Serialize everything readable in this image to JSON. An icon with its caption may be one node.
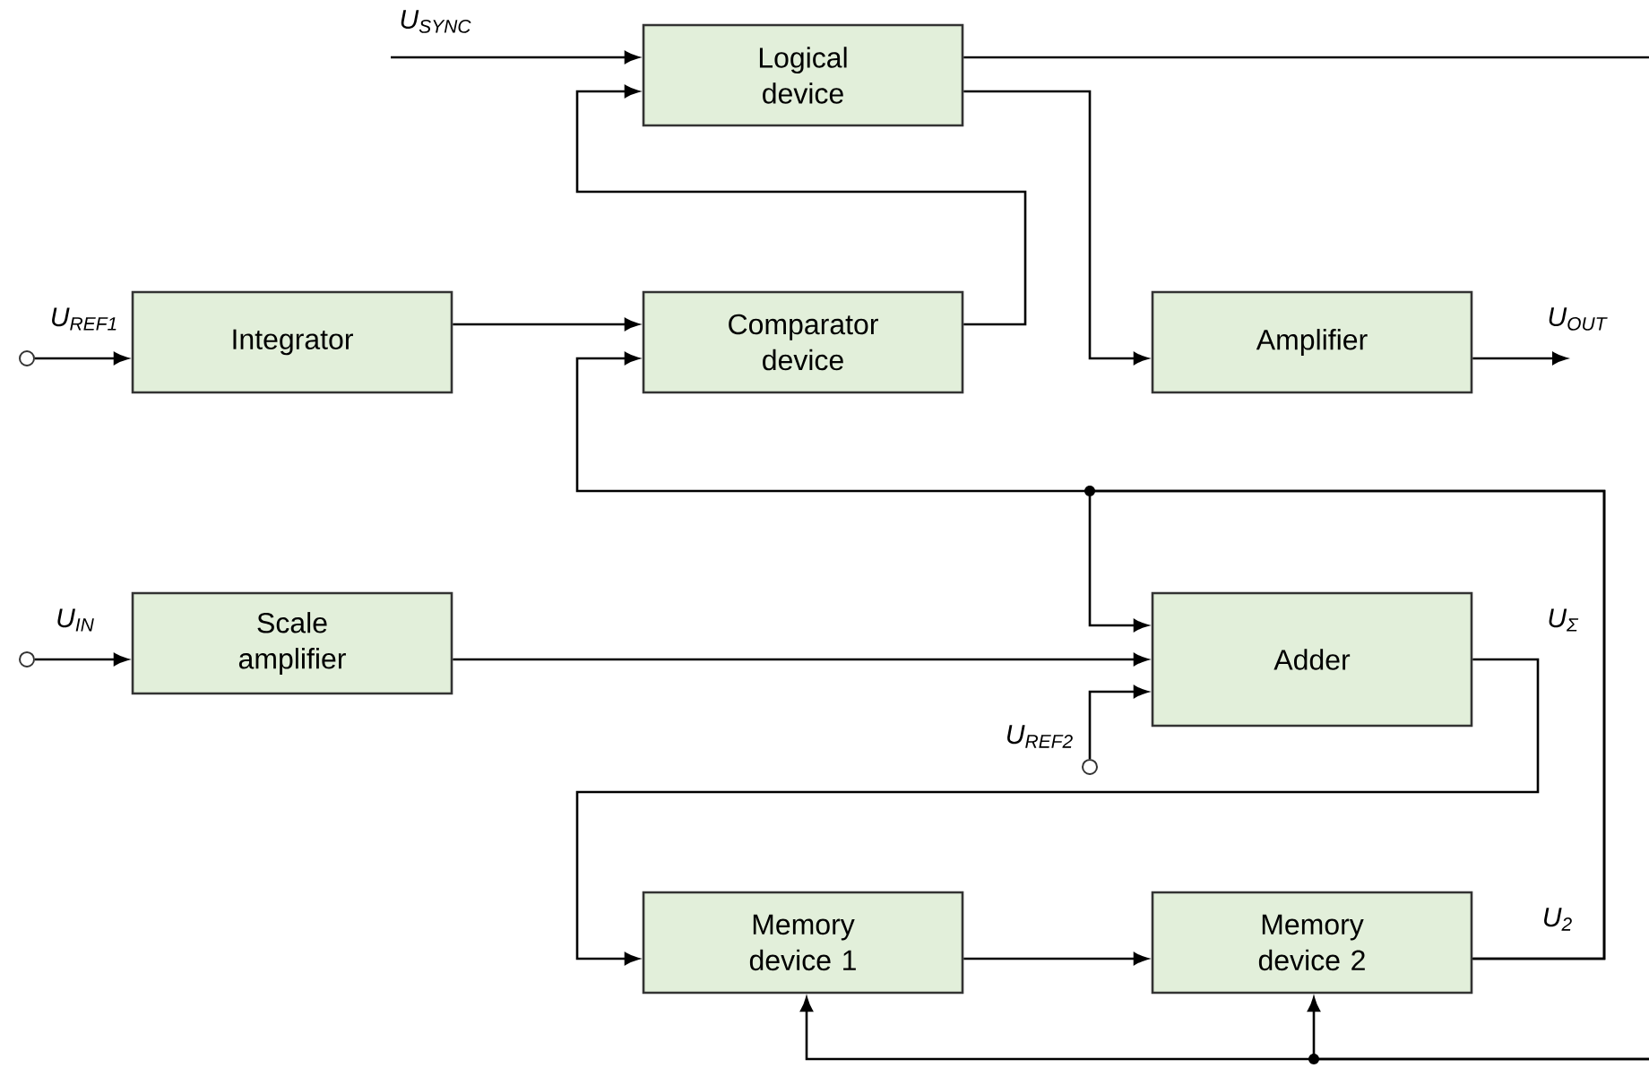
{
  "diagram": {
    "nodes": [
      {
        "text": [
          "Logical device"
        ]
      },
      {
        "text": [],
        "shape": "circle",
        "beside": [
          "U$_{REF1}$"
        ]
      },
      {
        "text": [
          "Integrator"
        ]
      },
      {
        "text": [
          "Comparator device"
        ]
      },
      {
        "text": [
          "Amplifier"
        ]
      },
      {
        "text": [],
        "shape": "circle",
        "beside": [
          "U$_{IN}$"
        ]
      },
      {
        "text": [
          "Scale amplifier"
        ]
      },
      {
        "text": [
          "Adder"
        ]
      },
      {
        "text": [],
        "shape": "circle",
        "beside": [
          "U$_{REF2}$"
        ]
      },
      {
        "text": [
          "Memory device 1"
        ]
      },
      {
        "text": [
          "Memory device 2"
        ]
      },
      {
        "text": [
          "U$_{OUT}$"
        ]
      }
    ],
    "edges": [
      {
        "from": null,
        "to": 0,
        "arrow": "to"
      },
      {
        "from": 0,
        "to": null,
        "arrow": "none"
      },
      {
        "from": 3,
        "to": 0,
        "arrow": "to"
      },
      {
        "from": 0,
        "to": 4,
        "arrow": "to"
      },
      {
        "from": 1,
        "to": 2,
        "arrow": "to"
      },
      {
        "from": 2,
        "to": 3,
        "arrow": "to"
      },
      {
        "from": 4,
        "to": 11,
        "arrow": "to"
      },
      {
        "from": 10,
        "to": 3,
        "arrow": "to"
      },
      {
        "from": 10,
        "to": 7,
        "arrow": "to"
      },
      {
        "from": 5,
        "to": 6,
        "arrow": "to"
      },
      {
        "from": 6,
        "to": 7,
        "arrow": "to"
      },
      {
        "from": 8,
        "to": 7,
        "arrow": "to"
      },
      {
        "from": 7,
        "to": 9,
        "arrow": "to"
      },
      {
        "from": 9,
        "to": 10,
        "arrow": "to"
      },
      {
        "from": null,
        "to": 9,
        "arrow": "to"
      },
      {
        "from": null,
        "to": 10,
        "arrow": "to"
      }
    ],
    "labels": [
      "U$_{SYNC}$",
      "U$_{Σ}$",
      "U$_{2}$"
    ]
  }
}
